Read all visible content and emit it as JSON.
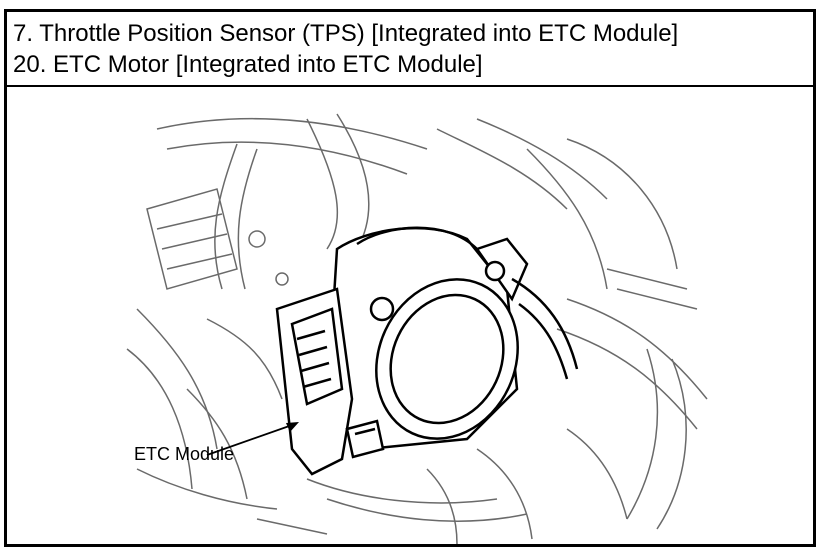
{
  "caption": {
    "line1": "7. Throttle Position Sensor (TPS) [Integrated into ETC Module]",
    "line2": "20. ETC Motor [Integrated into ETC Module]"
  },
  "diagram": {
    "callout_label": "ETC Module",
    "line_color": "#000000",
    "sketch_color": "#555555"
  }
}
